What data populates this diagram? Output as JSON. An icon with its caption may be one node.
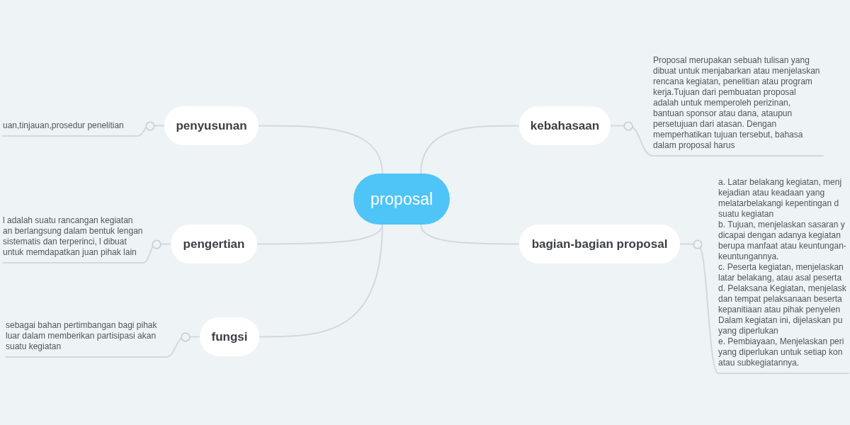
{
  "diagram": {
    "nodes": [
      {
        "text": [
          "proposal"
        ]
      },
      {
        "text": [
          "penyusunan"
        ]
      },
      {
        "text": [
          "uan,tinjauan,prosedur penelitian"
        ]
      },
      {
        "text": [
          "pengertian"
        ]
      },
      {
        "text": [
          "l adalah suatu rancangan kegiatan an berlangsung dalam bentuk lengan sistematis dan terperinci, l dibuat untuk memdapatkan juan pihak lain"
        ]
      },
      {
        "text": [
          "fungsi"
        ]
      },
      {
        "text": [
          "sebagai bahan pertimbangan bagi pihak luar dalam memberikan partisipasi akan suatu kegiatan"
        ]
      },
      {
        "text": [
          "kebahasaan"
        ]
      },
      {
        "text": [
          "Proposal merupakan sebuah tulisan yang dibuat untuk menjabarkan atau menjelaskan rencana kegiatan, penelitian atau program kerja.Tujuan dari pembuatan proposal adalah untuk memperoleh perizinan, bantuan sponsor atau dana, ataupun persetujuan dari atasan. Dengan memperhatikan tujuan tersebut, bahasa dalam proposal harus"
        ]
      },
      {
        "text": [
          "bagian-bagian proposal"
        ]
      },
      {
        "text": [
          "a. Latar belakang kegiatan, menj kejadian atau keadaan yang melatarbelakangi kepentingan d suatu kegiatan",
          "b. Tujuan, menjelaskan sasaran y dicapai dengan adanya kegiatan berupa manfaat atau keuntungan-keuntungannya.",
          "c. Peserta kegiatan, menjelaskan latar belakang, atau asal peserta",
          "d. Pelaksana Kegiatan, menjelask dan tempat pelaksanaan beserta kepanitiaan atau pihak penyelen Dalam kegiatan ini, dijelaskan pu yang diperlukan",
          "e. Pembiayaan, Menjelaskan peri yang diperlukan untuk setiap kon atau subkegiatannya."
        ]
      }
    ],
    "edges": [
      {
        "from": 0,
        "to": 1,
        "arrow": "none"
      },
      {
        "from": 1,
        "to": 2,
        "arrow": "none"
      },
      {
        "from": 0,
        "to": 3,
        "arrow": "none"
      },
      {
        "from": 3,
        "to": 4,
        "arrow": "none"
      },
      {
        "from": 0,
        "to": 5,
        "arrow": "none"
      },
      {
        "from": 5,
        "to": 6,
        "arrow": "none"
      },
      {
        "from": 0,
        "to": 7,
        "arrow": "none"
      },
      {
        "from": 7,
        "to": 8,
        "arrow": "none"
      },
      {
        "from": 0,
        "to": 9,
        "arrow": "none"
      },
      {
        "from": 9,
        "to": 10,
        "arrow": "none"
      }
    ]
  }
}
